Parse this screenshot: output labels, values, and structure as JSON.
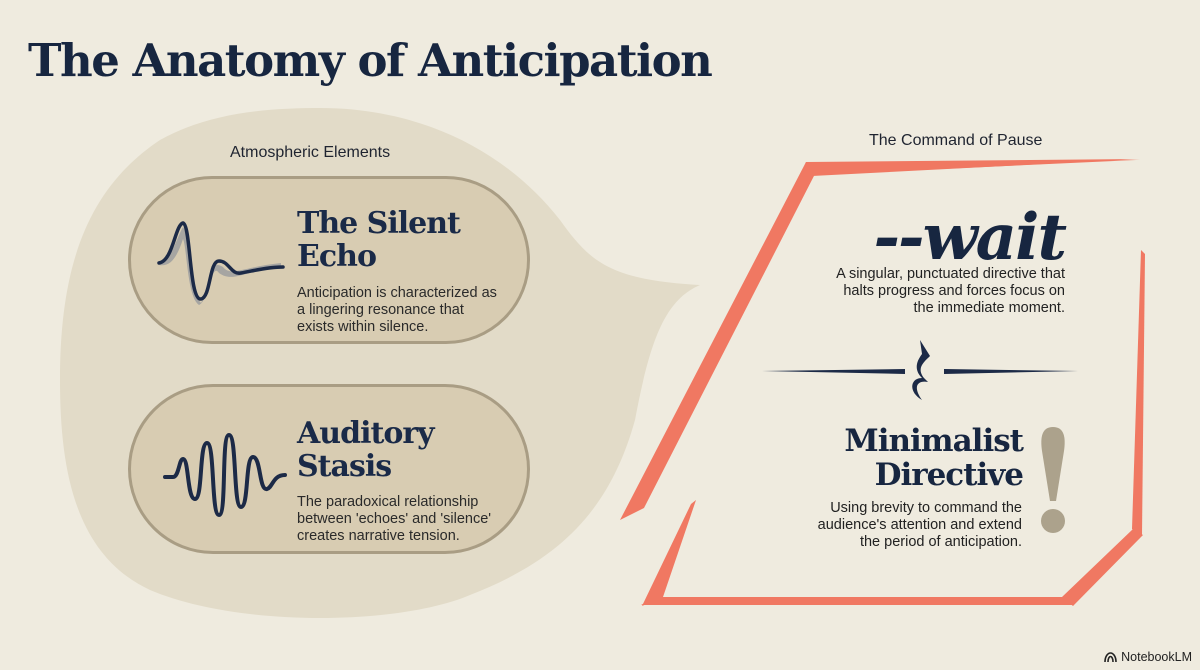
{
  "title": "The Anatomy of Anticipation",
  "left_panel": {
    "label": "Atmospheric Elements",
    "cards": [
      {
        "icon": "decaying-wave-icon",
        "heading": "The Silent\nEcho",
        "body": "Anticipation is characterized as\na lingering resonance that\nexists within silence."
      },
      {
        "icon": "sound-wave-icon",
        "heading": "Auditory\nStasis",
        "body": "The paradoxical relationship\nbetween 'echoes' and 'silence'\ncreates narrative tension."
      }
    ]
  },
  "right_panel": {
    "label": "The Command of Pause",
    "directive": "--wait",
    "directive_desc": "A singular, punctuated directive that\nhalts progress and forces focus on\nthe immediate moment.",
    "divider_icon": "quarter-rest-icon",
    "heading": "Minimalist\nDirective",
    "body": "Using brevity to command the\naudience's attention and extend\nthe period of anticipation.",
    "accent_icon": "exclamation-icon"
  },
  "colors": {
    "background": "#efebdf",
    "bubble": "#e2dbc8",
    "card": "#d8ccb2",
    "accent": "#f07862",
    "navy": "#172640",
    "exclaim": "#aca28c"
  },
  "brand": "NotebookLM"
}
